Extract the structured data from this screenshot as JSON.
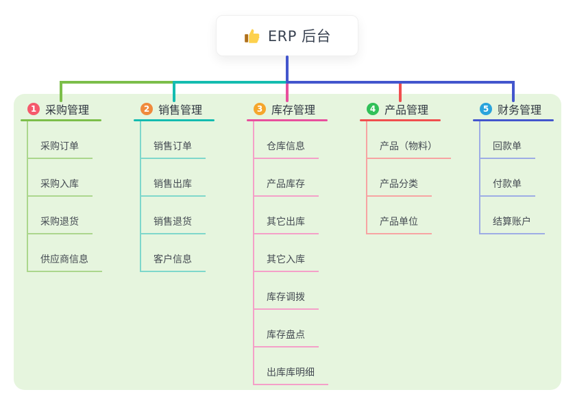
{
  "root": {
    "label": "ERP 后台",
    "icon": "thumbs-up-icon",
    "icon_colors": {
      "hand": "#fdd14d",
      "cuff": "#b0701c"
    }
  },
  "connector": {
    "stem_color": "#4356cd",
    "left_segment_color": "#7cbe4a",
    "mid_segment_color": "#14bcb0",
    "right_segment_color": "#4356cd"
  },
  "panel": {
    "background_color": "#e6f5de"
  },
  "branches": [
    {
      "num": "1",
      "title": "采购管理",
      "badge_color": "#f5596b",
      "line_color": "#7cbe4a",
      "light_line_color": "#abd68c",
      "children": [
        "采购订单",
        "采购入库",
        "采购退货",
        "供应商信息"
      ]
    },
    {
      "num": "2",
      "title": "销售管理",
      "badge_color": "#f08a3c",
      "line_color": "#14bcb0",
      "light_line_color": "#7ed7cb",
      "children": [
        "销售订单",
        "销售出库",
        "销售退货",
        "客户信息"
      ]
    },
    {
      "num": "3",
      "title": "库存管理",
      "badge_color": "#f5a62c",
      "line_color": "#e84f9d",
      "light_line_color": "#f49fc8",
      "children": [
        "仓库信息",
        "产品库存",
        "其它出库",
        "其它入库",
        "库存调拨",
        "库存盘点",
        "出库库明细"
      ]
    },
    {
      "num": "4",
      "title": "产品管理",
      "badge_color": "#31c058",
      "line_color": "#f04e4e",
      "light_line_color": "#f7a3a2",
      "children": [
        "产品（物料）",
        "产品分类",
        "产品单位"
      ]
    },
    {
      "num": "5",
      "title": "财务管理",
      "badge_color": "#2aa4dc",
      "line_color": "#4356cd",
      "light_line_color": "#9dace5",
      "children": [
        "回款单",
        "付款单",
        "结算账户"
      ]
    }
  ]
}
